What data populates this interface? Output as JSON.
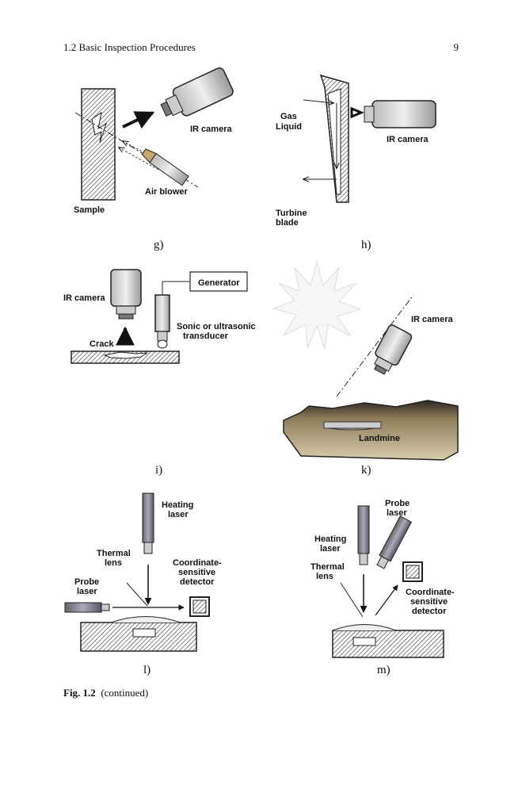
{
  "header": {
    "section": "1.2   Basic Inspection Procedures",
    "page_number": "9"
  },
  "panels": {
    "g": {
      "sublabel": "g)",
      "ir_camera": "IR camera",
      "air_blower": "Air blower",
      "sample": "Sample"
    },
    "h": {
      "sublabel": "h)",
      "gas": "Gas",
      "liquid": "Liquid",
      "ir_camera": "IR camera",
      "turbine": "Turbine",
      "blade": "blade"
    },
    "i": {
      "sublabel": "i)",
      "ir_camera": "IR camera",
      "generator": "Generator",
      "sonic_1": "Sonic or ultrasonic",
      "sonic_2": "transducer",
      "crack": "Crack"
    },
    "k": {
      "sublabel": "k)",
      "ir_camera": "IR camera",
      "landmine": "Landmine"
    },
    "l": {
      "sublabel": "l)",
      "heating_1": "Heating",
      "heating_2": "laser",
      "thermal_1": "Thermal",
      "thermal_2": "lens",
      "coord_1": "Coordinate-",
      "coord_2": "sensitive",
      "coord_3": "detector",
      "probe_1": "Probe",
      "probe_2": "laser"
    },
    "m": {
      "sublabel": "m)",
      "probe_1": "Probe",
      "probe_2": "laser",
      "heating_1": "Heating",
      "heating_2": "laser",
      "thermal_1": "Thermal",
      "thermal_2": "lens",
      "coord_1": "Coordinate-",
      "coord_2": "sensitive",
      "coord_3": "detector"
    }
  },
  "caption": {
    "label": "Fig. 1.2",
    "text": "(continued)"
  }
}
